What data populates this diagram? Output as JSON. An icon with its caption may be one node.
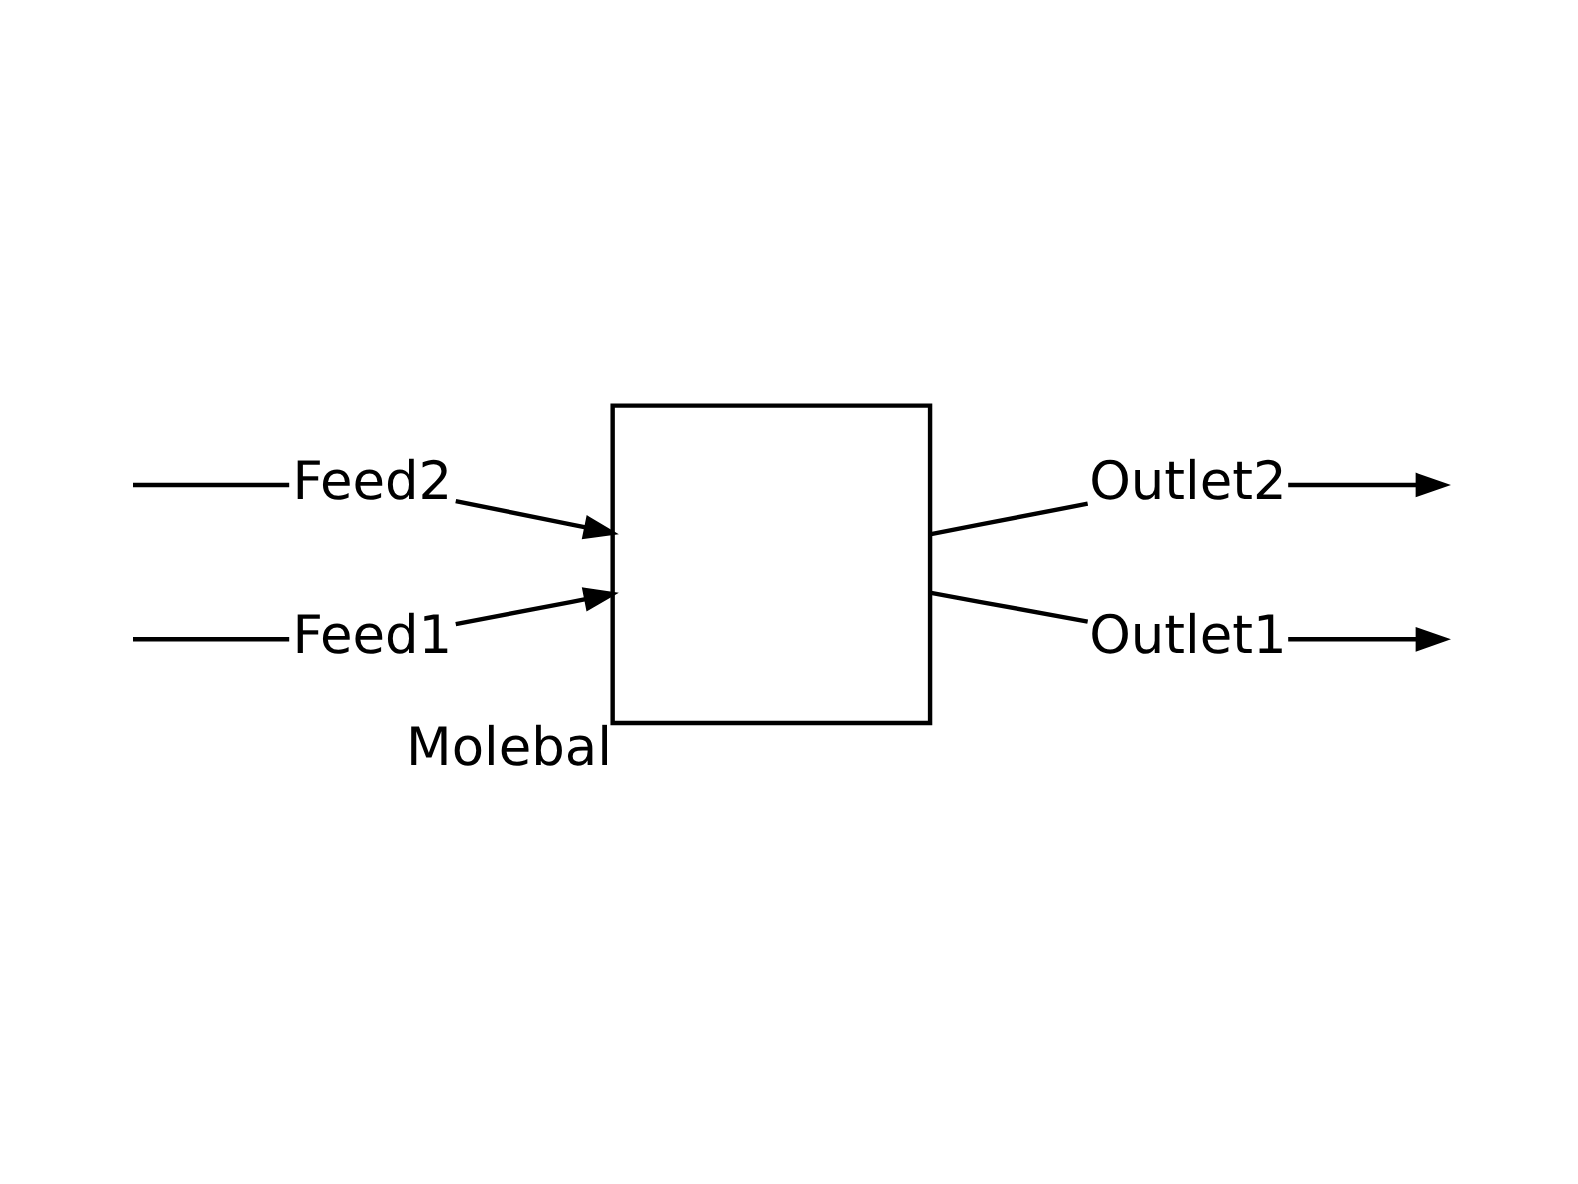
{
  "diagram": {
    "nodes": [
      {
        "text": [
          "Feed2"
        ]
      },
      {
        "text": [
          "Feed1"
        ]
      },
      {
        "text": [],
        "shape": "box",
        "beside": [
          "Molebal"
        ]
      },
      {
        "text": [
          "Outlet2"
        ]
      },
      {
        "text": [
          "Outlet1"
        ]
      }
    ],
    "edges": [
      {
        "from": null,
        "to": 0,
        "arrow": "none"
      },
      {
        "from": null,
        "to": 1,
        "arrow": "none"
      },
      {
        "from": 0,
        "to": 2,
        "arrow": "to"
      },
      {
        "from": 1,
        "to": 2,
        "arrow": "to"
      },
      {
        "from": 2,
        "to": 3,
        "arrow": "none"
      },
      {
        "from": 2,
        "to": 4,
        "arrow": "none"
      },
      {
        "from": 3,
        "to": null,
        "arrow": "to"
      },
      {
        "from": 4,
        "to": null,
        "arrow": "to"
      }
    ]
  }
}
